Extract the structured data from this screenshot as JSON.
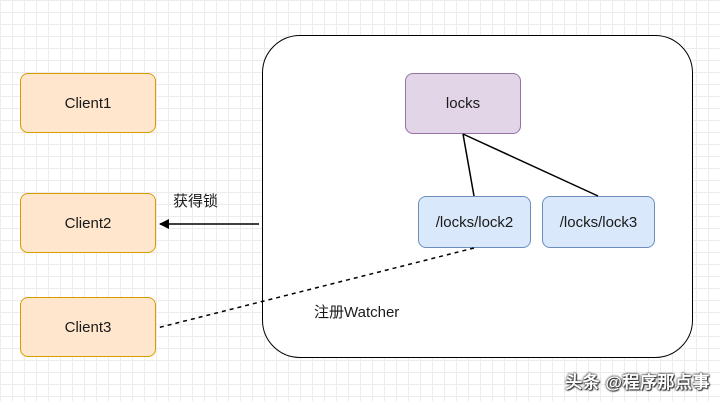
{
  "clients": {
    "client1": "Client1",
    "client2": "Client2",
    "client3": "Client3"
  },
  "zookeeper": {
    "root_node": "locks",
    "child_nodes": [
      "/locks/lock2",
      "/locks/lock3"
    ]
  },
  "edge_labels": {
    "acquire_lock": "获得锁",
    "register_watcher": "注册Watcher"
  },
  "watermark": "头条 @程序那点事"
}
